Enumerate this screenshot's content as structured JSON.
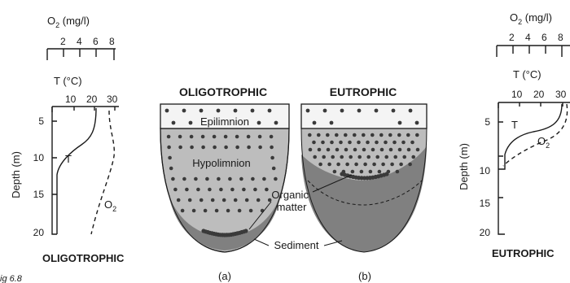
{
  "figure_caption": "ig 6.8",
  "left_panel": {
    "o2_axis_label": "O",
    "o2_axis_sub": "2",
    "o2_axis_unit": " (mg/l)",
    "o2_ticks": [
      "2",
      "4",
      "6",
      "8"
    ],
    "temp_axis_label": "T (°C)",
    "temp_ticks": [
      "10",
      "20",
      "30"
    ],
    "depth_label": "Depth (m)",
    "depth_ticks": [
      "5",
      "10",
      "15",
      "20"
    ],
    "curve_t_label": "T",
    "curve_o2_label": "O",
    "curve_o2_sub": "2",
    "bottom_title": "OLIGOTROPHIC"
  },
  "lake_a": {
    "title": "OLIGOTROPHIC",
    "epilimnion_label": "Epilimnion",
    "hypolimnion_label": "Hypolimnion",
    "caption": "(a)"
  },
  "lake_b": {
    "title": "EUTROPHIC",
    "caption": "(b)"
  },
  "shared_labels": {
    "organic_line1": "Organic",
    "organic_line2": "matter",
    "sediment": "Sediment"
  },
  "right_panel": {
    "o2_axis_label": "O",
    "o2_axis_sub": "2",
    "o2_axis_unit": " (mg/l)",
    "o2_ticks": [
      "2",
      "4",
      "6",
      "8"
    ],
    "temp_axis_label": "T (°C)",
    "temp_ticks": [
      "10",
      "20",
      "30"
    ],
    "depth_label": "Depth (m)",
    "depth_ticks": [
      "5",
      "10",
      "15",
      "20"
    ],
    "curve_t_label": "T",
    "curve_o2_label": "O",
    "curve_o2_sub": "2",
    "bottom_title": "EUTROPHIC"
  },
  "colors": {
    "epilimnion": "#f4f4f4",
    "hypolimnion": "#bdbdbd",
    "sediment": "#808080",
    "organic_dots": "#3a3a3a",
    "ink": "#1a1a1a"
  }
}
